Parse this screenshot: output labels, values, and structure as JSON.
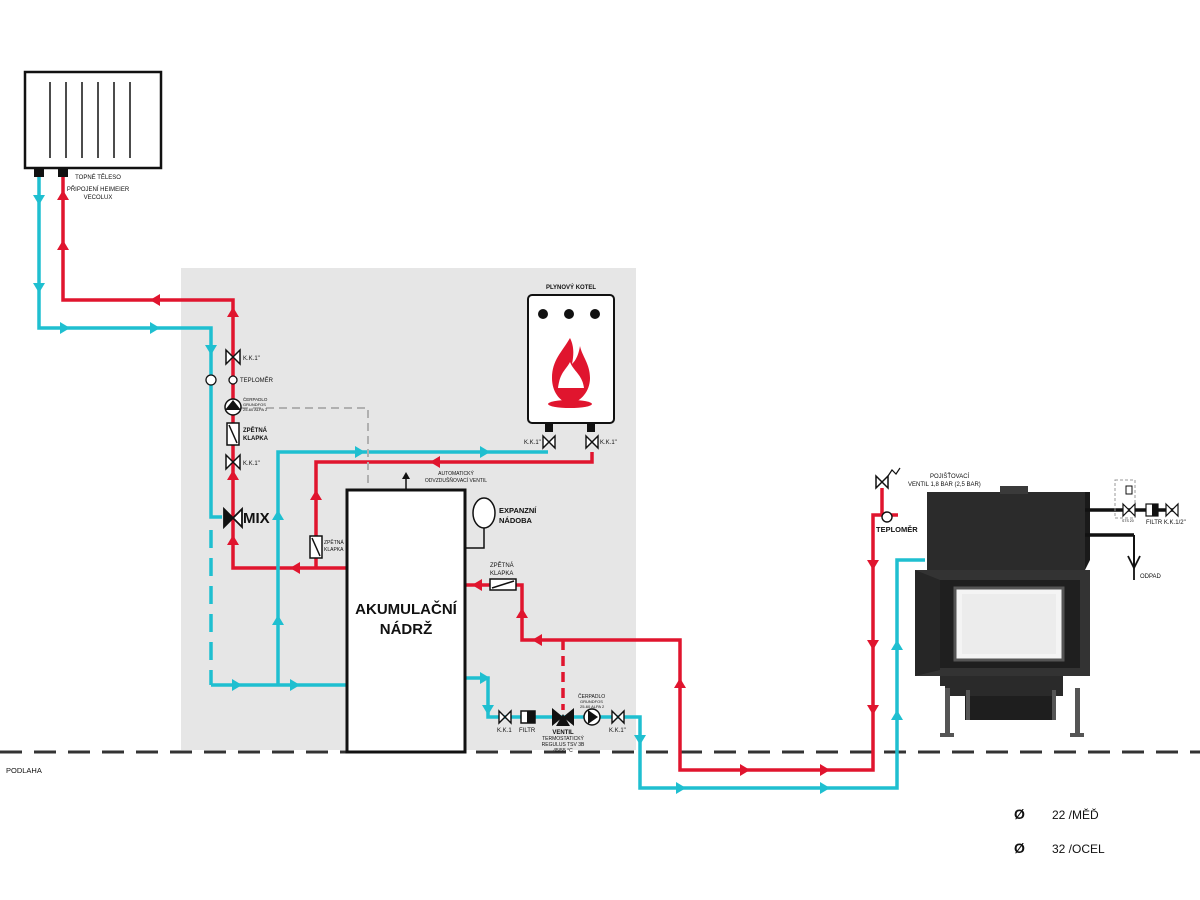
{
  "labels": {
    "radiator": "TOPNÉ TĚLESO",
    "radiator_conn_1": "PŘIPOJENÍ HEIMEIER",
    "radiator_conn_2": "VECOLUX",
    "boiler": "PLYNOVÝ KOTEL",
    "tank_1": "AKUMULAČNÍ",
    "tank_2": "NÁDRŽ",
    "air_vent_1": "AUTOMATICKÝ",
    "air_vent_2": "ODVZDUŠŇOVACÍ VENTIL",
    "expansion_1": "EXPANZNÍ",
    "expansion_2": "NÁDOBA",
    "kk1": "K.K.1\"",
    "kk1_b": "K.K.1\"",
    "kk1_c": "K.K.1\"",
    "kk1_d": "K.K.1\"",
    "kk1_e": "K.K.1\"",
    "kk1_short": "K.K.1",
    "teplomer_small": "TEPLOMĚR",
    "pump_1": "ČERPADLO",
    "pump_2": "GRUNDFOS",
    "pump_3": "25-60 ALPA 2",
    "pump_b_1": "ČERPADLO",
    "pump_b_2": "GRUNDFOS",
    "pump_b_3": "25-60 ALPA 2",
    "check_1": "ZPĚTNÁ",
    "check_2": "KLAPKA",
    "check_b_1": "ZPĚTNÁ",
    "check_b_2": "KLAPKA",
    "check_c_1": "ZPĚTNÁ",
    "check_c_2": "KLAPKA",
    "mix": "MIX",
    "filtr": "FILTR",
    "ventil_1": "VENTIL",
    "ventil_2": "TERMOSTATICKÝ",
    "ventil_3": "REGULUS TSV 3B",
    "ventil_4": "45/55 °C",
    "safety_1": "POJIŠŤOVACÍ",
    "safety_2": "VENTIL 1,8 BAR (2,5 BAR)",
    "teplomer_big": "TEPLOMĚR",
    "dhw_small": "STS 20",
    "dhw_filtr": "FILTR K.K.1/2\"",
    "drain": "ODPAD",
    "floor": "PODLAHA"
  },
  "legend": [
    {
      "symbol": "Ø",
      "text": "22 /MĚĎ"
    },
    {
      "symbol": "Ø",
      "text": "32 /OCEL"
    }
  ],
  "colors": {
    "hot": "#e0152e",
    "cold": "#1fbfd0",
    "panel": "#e6e6e6",
    "outline": "#111111"
  }
}
